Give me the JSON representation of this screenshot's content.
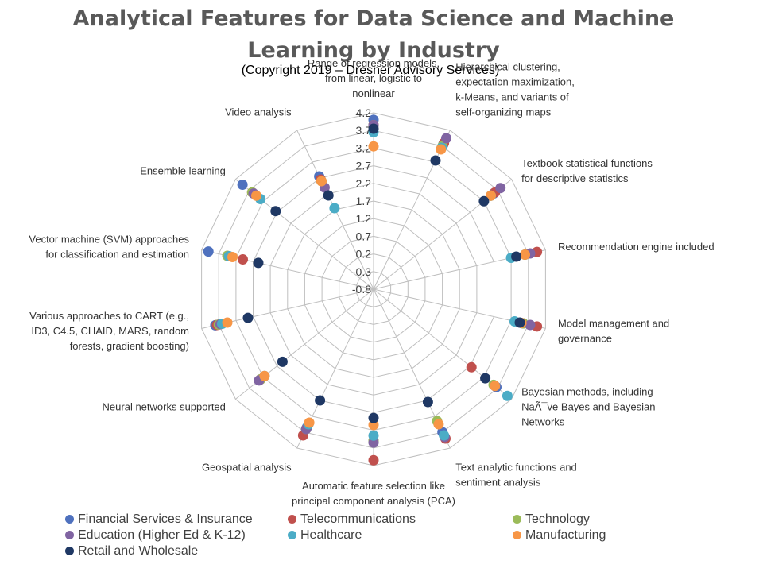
{
  "chart_data": {
    "type": "radar",
    "title": "Analytical Features for Data Science and Machine Learning by Industry",
    "subtitle": "(Copyright 2019 – Dresner Advisory Services)",
    "rmin": -0.8,
    "rmax": 4.2,
    "tick_values": [
      -0.8,
      -0.3,
      0.2,
      0.7,
      1.2,
      1.7,
      2.2,
      2.7,
      3.2,
      3.7,
      4.2
    ],
    "tick_labels": [
      "-0.8",
      "-0.3",
      "0.2",
      "0.7",
      "1.2",
      "1.7",
      "2.2",
      "2.7",
      "3.2",
      "3.7",
      "4.2"
    ],
    "categories": [
      "Range of regression models, from linear, logistic to nonlinear",
      "Hierarchical clustering, expectation maximization, k-Means, and variants of self-organizing maps",
      "Textbook statistical functions for descriptive statistics",
      "Recommendation engine included",
      "Model management and governance",
      "Bayesian methods, including NaÃ¯ve Bayes and Bayesian Networks",
      "Text analytic functions and sentiment analysis",
      "Automatic feature selection like principal component analysis (PCA)",
      "Geospatial analysis",
      "Neural networks supported",
      "Various approaches to CART (e.g., ID3, C4.5, CHAID, MARS, random forests, gradient boosting)",
      "Vector machine (SVM) approaches for classification and estimation",
      "Ensemble learning",
      "Video analysis"
    ],
    "series": [
      {
        "name": "Financial Services & Insurance",
        "color": "#4f71be",
        "values": [
          4.0,
          3.75,
          3.55,
          3.6,
          3.55,
          3.65,
          3.7,
          3.5,
          3.55,
          3.3,
          3.8,
          4.0,
          3.95,
          2.75
        ]
      },
      {
        "name": "Telecommunications",
        "color": "#c0504d",
        "values": [
          3.85,
          3.8,
          3.6,
          3.95,
          3.95,
          2.75,
          3.9,
          4.05,
          3.8,
          3.3,
          3.75,
          3.0,
          3.6,
          2.65
        ]
      },
      {
        "name": "Technology",
        "color": "#9bbb59",
        "values": [
          3.85,
          3.7,
          3.45,
          3.6,
          3.55,
          3.55,
          3.35,
          3.5,
          3.6,
          3.3,
          3.7,
          3.45,
          3.6,
          2.6
        ]
      },
      {
        "name": "Education (Higher Ed & K-12)",
        "color": "#8064a2",
        "values": [
          3.85,
          3.95,
          3.8,
          3.75,
          3.75,
          3.6,
          3.85,
          3.55,
          3.6,
          3.35,
          3.65,
          3.4,
          3.55,
          2.4
        ]
      },
      {
        "name": "Healthcare",
        "color": "#4bacc6",
        "values": [
          3.65,
          3.65,
          3.45,
          3.2,
          3.3,
          4.05,
          3.8,
          3.35,
          3.45,
          3.15,
          3.6,
          3.4,
          3.3,
          1.75
        ]
      },
      {
        "name": "Manufacturing",
        "color": "#f79646",
        "values": [
          3.25,
          3.6,
          3.45,
          3.6,
          3.5,
          3.6,
          3.45,
          3.05,
          3.4,
          3.15,
          3.45,
          3.3,
          3.45,
          2.6
        ]
      },
      {
        "name": "Retail and Wholesale",
        "color": "#1f3864",
        "values": [
          3.75,
          3.25,
          3.2,
          3.35,
          3.45,
          3.25,
          2.75,
          2.85,
          2.7,
          2.5,
          2.85,
          2.55,
          2.75,
          2.15
        ]
      }
    ],
    "legend_position": "bottom",
    "grid": true
  }
}
